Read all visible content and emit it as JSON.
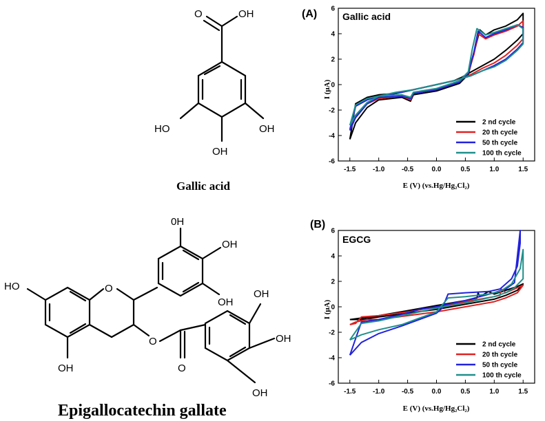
{
  "molecules": {
    "gallic_acid": {
      "caption": "Gallic acid",
      "labels": {
        "carbonyl_o": "O",
        "acid_oh": "OH",
        "oh_left": "HO",
        "oh_right": "OH",
        "oh_bottom": "OH"
      }
    },
    "egcg": {
      "caption": "Epigallocatechin gallate",
      "labels": {
        "oh_top": "0H",
        "oh_b_right": "OH",
        "oh_b_lower": "OH",
        "oh_a_left": "HO",
        "ring_o": "O",
        "oh_a_bottom": "OH",
        "ester_o": "O",
        "carbonyl_o": "O",
        "oh_g_top": "OH",
        "oh_g_right": "OH",
        "oh_g_bottom": "OH"
      }
    }
  },
  "chart_data": [
    {
      "type": "line",
      "panel_label": "(A)",
      "title": "Gallic acid",
      "xlabel": "E (V) (vs.Hg/Hg₂Cl₂)",
      "ylabel": "I (μA)",
      "xlim": [
        -1.7,
        1.7
      ],
      "ylim": [
        -6,
        6
      ],
      "xticks": [
        -1.5,
        -1.0,
        -0.5,
        0.0,
        0.5,
        1.0,
        1.5
      ],
      "yticks": [
        -6,
        -4,
        -2,
        0,
        2,
        4,
        6
      ],
      "legend_position": "bottom-right",
      "series": [
        {
          "name": "2 nd cycle",
          "color": "#000000",
          "x": [
            -1.5,
            -1.4,
            -1.2,
            -1.0,
            -0.6,
            -0.45,
            -0.4,
            0.0,
            0.4,
            0.55,
            0.65,
            0.75,
            0.85,
            1.0,
            1.2,
            1.4,
            1.5,
            1.5,
            1.4,
            1.2,
            1.0,
            0.8,
            0.6,
            0.45,
            0.3,
            0.0,
            -0.4,
            -0.5,
            -0.7,
            -1.0,
            -1.2,
            -1.4,
            -1.5
          ],
          "y": [
            -4.3,
            -3.0,
            -1.8,
            -1.2,
            -1.0,
            -1.3,
            -0.8,
            -0.5,
            0.1,
            0.8,
            2.5,
            4.3,
            3.9,
            4.3,
            4.6,
            5.1,
            5.6,
            4.0,
            3.5,
            2.7,
            2.0,
            1.5,
            1.0,
            0.6,
            0.3,
            0.0,
            -0.4,
            -0.5,
            -0.7,
            -0.8,
            -1.0,
            -1.5,
            -4.3
          ]
        },
        {
          "name": "20 th cycle",
          "color": "#e02020",
          "x": [
            -1.5,
            -1.4,
            -1.2,
            -1.0,
            -0.6,
            -0.45,
            -0.4,
            0.0,
            0.4,
            0.55,
            0.65,
            0.72,
            0.85,
            1.0,
            1.2,
            1.4,
            1.5,
            1.5,
            1.4,
            1.2,
            1.0,
            0.8,
            0.6,
            0.45,
            0.3,
            0.0,
            -0.4,
            -0.7,
            -1.0,
            -1.2,
            -1.4,
            -1.5
          ],
          "y": [
            -3.5,
            -2.5,
            -1.5,
            -1.1,
            -0.9,
            -1.2,
            -0.7,
            -0.4,
            0.2,
            0.9,
            2.4,
            4.0,
            3.6,
            3.9,
            4.2,
            4.6,
            5.0,
            3.6,
            3.1,
            2.3,
            1.7,
            1.3,
            0.8,
            0.5,
            0.3,
            0.0,
            -0.4,
            -0.7,
            -0.9,
            -1.2,
            -1.7,
            -3.5
          ]
        },
        {
          "name": "50 th cycle",
          "color": "#2222dd",
          "x": [
            -1.5,
            -1.4,
            -1.2,
            -1.0,
            -0.6,
            -0.45,
            -0.4,
            0.0,
            0.4,
            0.55,
            0.65,
            0.72,
            0.85,
            1.0,
            1.2,
            1.4,
            1.5,
            1.5,
            1.4,
            1.2,
            1.0,
            0.8,
            0.6,
            0.45,
            0.3,
            0.0,
            -0.4,
            -0.7,
            -1.0,
            -1.2,
            -1.4,
            -1.5
          ],
          "y": [
            -3.6,
            -2.6,
            -1.5,
            -1.0,
            -0.9,
            -1.1,
            -0.7,
            -0.4,
            0.2,
            0.9,
            2.6,
            4.2,
            3.7,
            4.0,
            4.3,
            4.7,
            4.5,
            3.3,
            2.8,
            2.0,
            1.5,
            1.1,
            0.7,
            0.5,
            0.3,
            0.0,
            -0.4,
            -0.7,
            -0.9,
            -1.2,
            -1.7,
            -3.6
          ]
        },
        {
          "name": "100 th cycle",
          "color": "#1f8f8a",
          "x": [
            -1.5,
            -1.4,
            -1.2,
            -1.0,
            -0.6,
            -0.45,
            -0.4,
            0.0,
            0.4,
            0.55,
            0.62,
            0.7,
            0.85,
            1.0,
            1.2,
            1.4,
            1.5,
            1.5,
            1.4,
            1.2,
            1.0,
            0.8,
            0.6,
            0.45,
            0.3,
            0.0,
            -0.4,
            -0.7,
            -1.0,
            -1.2,
            -1.4,
            -1.5
          ],
          "y": [
            -3.2,
            -2.4,
            -1.4,
            -0.9,
            -0.8,
            -1.0,
            -0.6,
            -0.3,
            0.3,
            1.0,
            2.8,
            4.4,
            3.9,
            4.1,
            4.4,
            4.7,
            4.4,
            3.2,
            2.7,
            1.9,
            1.4,
            1.1,
            0.7,
            0.5,
            0.3,
            0.0,
            -0.4,
            -0.6,
            -0.9,
            -1.1,
            -1.6,
            -3.2
          ]
        }
      ]
    },
    {
      "type": "line",
      "panel_label": "(B)",
      "title": "EGCG",
      "xlabel": "E (V) (vs.Hg/Hg₂Cl₂)",
      "ylabel": "I (μA)",
      "xlim": [
        -1.7,
        1.7
      ],
      "ylim": [
        -6,
        6
      ],
      "xticks": [
        -1.5,
        -1.0,
        -0.5,
        0.0,
        0.5,
        1.0,
        1.5
      ],
      "yticks": [
        -6,
        -4,
        -2,
        0,
        2,
        4,
        6
      ],
      "legend_position": "bottom-right",
      "series": [
        {
          "name": "2 nd cycle",
          "color": "#000000",
          "x": [
            -1.5,
            -1.0,
            -0.5,
            0.0,
            0.5,
            0.7,
            0.72,
            0.75,
            0.9,
            1.0,
            1.2,
            1.4,
            1.5,
            1.4,
            1.2,
            1.0,
            0.5,
            0.0,
            -0.5,
            -1.0,
            -1.3,
            -1.5
          ],
          "y": [
            -1.0,
            -0.7,
            -0.3,
            0.1,
            0.5,
            0.7,
            1.1,
            0.8,
            1.2,
            1.0,
            1.3,
            1.6,
            1.8,
            1.3,
            0.9,
            0.6,
            0.2,
            -0.2,
            -0.5,
            -0.8,
            -1.0,
            -1.0
          ]
        },
        {
          "name": "20 th cycle",
          "color": "#e02020",
          "x": [
            -1.5,
            -1.4,
            -1.3,
            -1.0,
            -0.5,
            0.0,
            0.5,
            1.0,
            1.1,
            1.12,
            1.2,
            1.4,
            1.5,
            1.4,
            1.2,
            1.0,
            0.5,
            0.0,
            -0.5,
            -1.0,
            -1.2,
            -1.4,
            -1.5
          ],
          "y": [
            -1.4,
            -1.3,
            -0.8,
            -0.7,
            -0.4,
            0.0,
            0.4,
            0.8,
            0.9,
            1.4,
            1.1,
            1.5,
            1.7,
            1.1,
            0.7,
            0.4,
            0.0,
            -0.4,
            -0.7,
            -1.0,
            -1.0,
            -1.2,
            -1.4
          ]
        },
        {
          "name": "50 th cycle",
          "color": "#2222dd",
          "x": [
            -1.5,
            -1.3,
            -1.0,
            -0.6,
            -0.3,
            0.0,
            0.1,
            0.2,
            0.5,
            0.9,
            1.1,
            1.3,
            1.4,
            1.45,
            1.45,
            1.35,
            1.2,
            1.0,
            0.5,
            0.0,
            -0.3,
            -0.6,
            -1.0,
            -1.3,
            -1.5
          ],
          "y": [
            -3.8,
            -2.8,
            -2.1,
            -1.5,
            -1.0,
            -0.5,
            -0.1,
            1.0,
            1.1,
            1.2,
            1.4,
            2.2,
            3.2,
            5.0,
            6.0,
            1.9,
            1.4,
            1.1,
            0.5,
            0.0,
            -0.2,
            -0.6,
            -1.0,
            -1.2,
            -3.8
          ]
        },
        {
          "name": "100 th cycle",
          "color": "#1f8f8a",
          "x": [
            -1.5,
            -1.3,
            -1.0,
            -0.6,
            -0.3,
            0.0,
            0.2,
            0.5,
            0.9,
            1.1,
            1.3,
            1.45,
            1.5,
            1.5,
            1.35,
            1.2,
            1.0,
            0.5,
            0.0,
            -0.3,
            -0.6,
            -1.0,
            -1.3,
            -1.5
          ],
          "y": [
            -2.6,
            -2.2,
            -1.8,
            -1.4,
            -0.9,
            -0.4,
            0.7,
            0.8,
            1.0,
            1.2,
            1.8,
            3.0,
            4.5,
            2.2,
            1.5,
            1.1,
            0.8,
            0.3,
            -0.1,
            -0.4,
            -0.7,
            -1.1,
            -1.3,
            -2.6
          ]
        }
      ]
    }
  ]
}
